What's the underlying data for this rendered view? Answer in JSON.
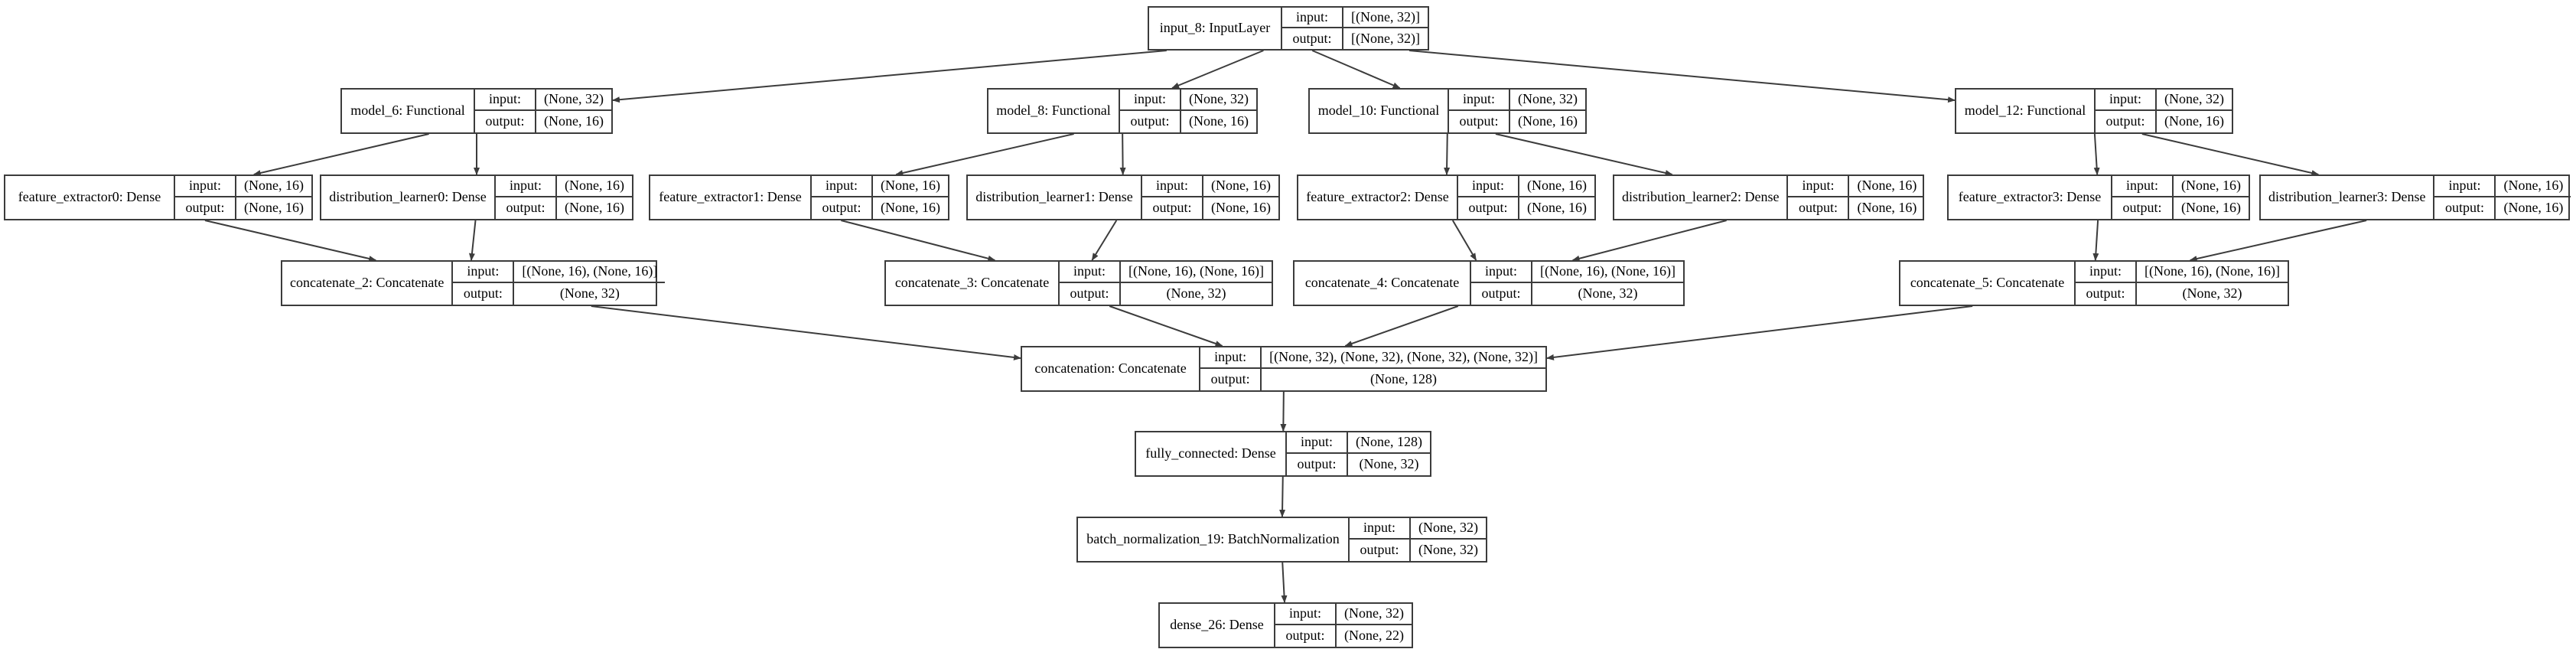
{
  "diagram": {
    "kind": "keras-plot-model-graph",
    "colors": {
      "background": "#ffffff",
      "node_fill": "#ffffff",
      "node_border": "#3c3c3c",
      "edge": "#3c3c3c",
      "text": "#000000"
    },
    "io_labels": {
      "input": "input:",
      "output": "output:"
    },
    "nodes": [
      {
        "id": "input_8",
        "label": "input_8: InputLayer",
        "input": "[(None, 32)]",
        "output": "[(None, 32)]"
      },
      {
        "id": "model_6",
        "label": "model_6: Functional",
        "input": "(None, 32)",
        "output": "(None, 16)"
      },
      {
        "id": "model_8",
        "label": "model_8: Functional",
        "input": "(None, 32)",
        "output": "(None, 16)"
      },
      {
        "id": "model_10",
        "label": "model_10: Functional",
        "input": "(None, 32)",
        "output": "(None, 16)"
      },
      {
        "id": "model_12",
        "label": "model_12: Functional",
        "input": "(None, 32)",
        "output": "(None, 16)"
      },
      {
        "id": "feature_extractor0",
        "label": "feature_extractor0: Dense",
        "input": "(None, 16)",
        "output": "(None, 16)"
      },
      {
        "id": "distribution_learner0",
        "label": "distribution_learner0: Dense",
        "input": "(None, 16)",
        "output": "(None, 16)"
      },
      {
        "id": "feature_extractor1",
        "label": "feature_extractor1: Dense",
        "input": "(None, 16)",
        "output": "(None, 16)"
      },
      {
        "id": "distribution_learner1",
        "label": "distribution_learner1: Dense",
        "input": "(None, 16)",
        "output": "(None, 16)"
      },
      {
        "id": "feature_extractor2",
        "label": "feature_extractor2: Dense",
        "input": "(None, 16)",
        "output": "(None, 16)"
      },
      {
        "id": "distribution_learner2",
        "label": "distribution_learner2: Dense",
        "input": "(None, 16)",
        "output": "(None, 16)"
      },
      {
        "id": "feature_extractor3",
        "label": "feature_extractor3: Dense",
        "input": "(None, 16)",
        "output": "(None, 16)"
      },
      {
        "id": "distribution_learner3",
        "label": "distribution_learner3: Dense",
        "input": "(None, 16)",
        "output": "(None, 16)"
      },
      {
        "id": "concatenate_2",
        "label": "concatenate_2: Concatenate",
        "input": "[(None, 16), (None, 16)]",
        "output": "(None, 32)"
      },
      {
        "id": "concatenate_3",
        "label": "concatenate_3: Concatenate",
        "input": "[(None, 16), (None, 16)]",
        "output": "(None, 32)"
      },
      {
        "id": "concatenate_4",
        "label": "concatenate_4: Concatenate",
        "input": "[(None, 16), (None, 16)]",
        "output": "(None, 32)"
      },
      {
        "id": "concatenate_5",
        "label": "concatenate_5: Concatenate",
        "input": "[(None, 16), (None, 16)]",
        "output": "(None, 32)"
      },
      {
        "id": "concatenation",
        "label": "concatenation: Concatenate",
        "input": "[(None, 32), (None, 32), (None, 32), (None, 32)]",
        "output": "(None, 128)"
      },
      {
        "id": "fully_connected",
        "label": "fully_connected: Dense",
        "input": "(None, 128)",
        "output": "(None, 32)"
      },
      {
        "id": "batch_normalization_19",
        "label": "batch_normalization_19: BatchNormalization",
        "input": "(None, 32)",
        "output": "(None, 32)"
      },
      {
        "id": "dense_26",
        "label": "dense_26: Dense",
        "input": "(None, 32)",
        "output": "(None, 22)"
      }
    ],
    "edges": [
      [
        "input_8",
        "model_6"
      ],
      [
        "input_8",
        "model_8"
      ],
      [
        "input_8",
        "model_10"
      ],
      [
        "input_8",
        "model_12"
      ],
      [
        "model_6",
        "feature_extractor0"
      ],
      [
        "model_6",
        "distribution_learner0"
      ],
      [
        "model_8",
        "feature_extractor1"
      ],
      [
        "model_8",
        "distribution_learner1"
      ],
      [
        "model_10",
        "feature_extractor2"
      ],
      [
        "model_10",
        "distribution_learner2"
      ],
      [
        "model_12",
        "feature_extractor3"
      ],
      [
        "model_12",
        "distribution_learner3"
      ],
      [
        "feature_extractor0",
        "concatenate_2"
      ],
      [
        "distribution_learner0",
        "concatenate_2"
      ],
      [
        "feature_extractor1",
        "concatenate_3"
      ],
      [
        "distribution_learner1",
        "concatenate_3"
      ],
      [
        "feature_extractor2",
        "concatenate_4"
      ],
      [
        "distribution_learner2",
        "concatenate_4"
      ],
      [
        "feature_extractor3",
        "concatenate_5"
      ],
      [
        "distribution_learner3",
        "concatenate_5"
      ],
      [
        "concatenate_2",
        "concatenation"
      ],
      [
        "concatenate_3",
        "concatenation"
      ],
      [
        "concatenate_4",
        "concatenation"
      ],
      [
        "concatenate_5",
        "concatenation"
      ],
      [
        "concatenation",
        "fully_connected"
      ],
      [
        "fully_connected",
        "batch_normalization_19"
      ],
      [
        "batch_normalization_19",
        "dense_26"
      ]
    ]
  }
}
